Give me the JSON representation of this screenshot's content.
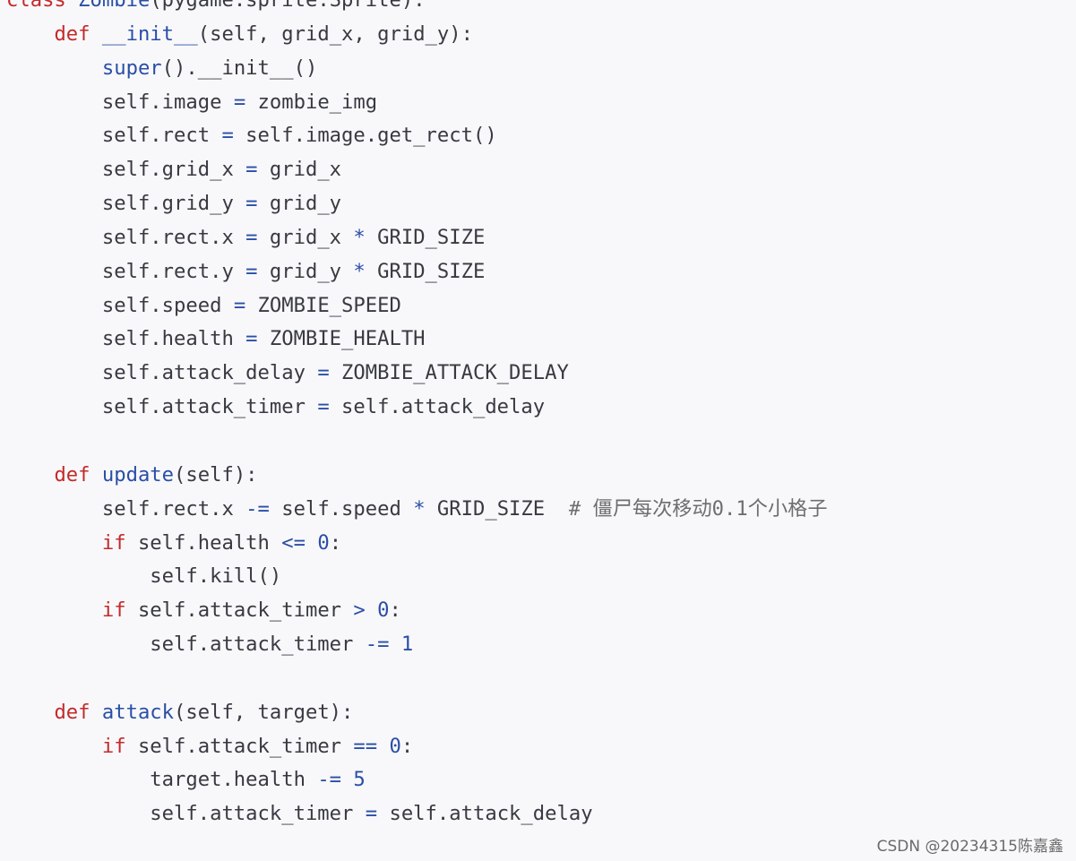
{
  "code": {
    "language": "python",
    "lines": [
      [
        {
          "t": "class ",
          "c": "kw"
        },
        {
          "t": "Zombie",
          "c": "fn"
        },
        {
          "t": "(pygame.sprite.Sprite):",
          "c": ""
        }
      ],
      [
        {
          "t": "    ",
          "c": ""
        },
        {
          "t": "def",
          "c": "kw"
        },
        {
          "t": " ",
          "c": ""
        },
        {
          "t": "__init__",
          "c": "fn"
        },
        {
          "t": "(self, grid_x, grid_y):",
          "c": ""
        }
      ],
      [
        {
          "t": "        ",
          "c": ""
        },
        {
          "t": "super",
          "c": "bi"
        },
        {
          "t": "().__init__()",
          "c": ""
        }
      ],
      [
        {
          "t": "        self.image ",
          "c": ""
        },
        {
          "t": "=",
          "c": "op"
        },
        {
          "t": " zombie_img",
          "c": ""
        }
      ],
      [
        {
          "t": "        self.rect ",
          "c": ""
        },
        {
          "t": "=",
          "c": "op"
        },
        {
          "t": " self.image.get_rect()",
          "c": ""
        }
      ],
      [
        {
          "t": "        self.grid_x ",
          "c": ""
        },
        {
          "t": "=",
          "c": "op"
        },
        {
          "t": " grid_x",
          "c": ""
        }
      ],
      [
        {
          "t": "        self.grid_y ",
          "c": ""
        },
        {
          "t": "=",
          "c": "op"
        },
        {
          "t": " grid_y",
          "c": ""
        }
      ],
      [
        {
          "t": "        self.rect.x ",
          "c": ""
        },
        {
          "t": "=",
          "c": "op"
        },
        {
          "t": " grid_x ",
          "c": ""
        },
        {
          "t": "*",
          "c": "op"
        },
        {
          "t": " GRID_SIZE",
          "c": ""
        }
      ],
      [
        {
          "t": "        self.rect.y ",
          "c": ""
        },
        {
          "t": "=",
          "c": "op"
        },
        {
          "t": " grid_y ",
          "c": ""
        },
        {
          "t": "*",
          "c": "op"
        },
        {
          "t": " GRID_SIZE",
          "c": ""
        }
      ],
      [
        {
          "t": "        self.speed ",
          "c": ""
        },
        {
          "t": "=",
          "c": "op"
        },
        {
          "t": " ZOMBIE_SPEED",
          "c": ""
        }
      ],
      [
        {
          "t": "        self.health ",
          "c": ""
        },
        {
          "t": "=",
          "c": "op"
        },
        {
          "t": " ZOMBIE_HEALTH",
          "c": ""
        }
      ],
      [
        {
          "t": "        self.attack_delay ",
          "c": ""
        },
        {
          "t": "=",
          "c": "op"
        },
        {
          "t": " ZOMBIE_ATTACK_DELAY",
          "c": ""
        }
      ],
      [
        {
          "t": "        self.attack_timer ",
          "c": ""
        },
        {
          "t": "=",
          "c": "op"
        },
        {
          "t": " self.attack_delay",
          "c": ""
        }
      ],
      [
        {
          "t": "",
          "c": ""
        }
      ],
      [
        {
          "t": "    ",
          "c": ""
        },
        {
          "t": "def",
          "c": "kw"
        },
        {
          "t": " ",
          "c": ""
        },
        {
          "t": "update",
          "c": "fn"
        },
        {
          "t": "(self):",
          "c": ""
        }
      ],
      [
        {
          "t": "        self.rect.x ",
          "c": ""
        },
        {
          "t": "-=",
          "c": "op"
        },
        {
          "t": " self.speed ",
          "c": ""
        },
        {
          "t": "*",
          "c": "op"
        },
        {
          "t": " GRID_SIZE  ",
          "c": ""
        },
        {
          "t": "# 僵尸每次移动0.1个小格子",
          "c": "cm"
        }
      ],
      [
        {
          "t": "        ",
          "c": ""
        },
        {
          "t": "if",
          "c": "kw"
        },
        {
          "t": " self.health ",
          "c": ""
        },
        {
          "t": "<=",
          "c": "op"
        },
        {
          "t": " ",
          "c": ""
        },
        {
          "t": "0",
          "c": "num"
        },
        {
          "t": ":",
          "c": ""
        }
      ],
      [
        {
          "t": "            self.kill()",
          "c": ""
        }
      ],
      [
        {
          "t": "        ",
          "c": ""
        },
        {
          "t": "if",
          "c": "kw"
        },
        {
          "t": " self.attack_timer ",
          "c": ""
        },
        {
          "t": ">",
          "c": "op"
        },
        {
          "t": " ",
          "c": ""
        },
        {
          "t": "0",
          "c": "num"
        },
        {
          "t": ":",
          "c": ""
        }
      ],
      [
        {
          "t": "            self.attack_timer ",
          "c": ""
        },
        {
          "t": "-=",
          "c": "op"
        },
        {
          "t": " ",
          "c": ""
        },
        {
          "t": "1",
          "c": "num"
        }
      ],
      [
        {
          "t": "",
          "c": ""
        }
      ],
      [
        {
          "t": "    ",
          "c": ""
        },
        {
          "t": "def",
          "c": "kw"
        },
        {
          "t": " ",
          "c": ""
        },
        {
          "t": "attack",
          "c": "fn"
        },
        {
          "t": "(self, target):",
          "c": ""
        }
      ],
      [
        {
          "t": "        ",
          "c": ""
        },
        {
          "t": "if",
          "c": "kw"
        },
        {
          "t": " self.attack_timer ",
          "c": ""
        },
        {
          "t": "==",
          "c": "op"
        },
        {
          "t": " ",
          "c": ""
        },
        {
          "t": "0",
          "c": "num"
        },
        {
          "t": ":",
          "c": ""
        }
      ],
      [
        {
          "t": "            target.health ",
          "c": ""
        },
        {
          "t": "-=",
          "c": "op"
        },
        {
          "t": " ",
          "c": ""
        },
        {
          "t": "5",
          "c": "num"
        }
      ],
      [
        {
          "t": "            self.attack_timer ",
          "c": ""
        },
        {
          "t": "=",
          "c": "op"
        },
        {
          "t": " self.attack_delay",
          "c": ""
        }
      ]
    ]
  },
  "watermark": {
    "text": "CSDN @20234315陈嘉鑫"
  },
  "colors": {
    "keyword": "#c32a2a",
    "function": "#2a4ea6",
    "operator": "#2a4ea6",
    "number": "#2a4ea6",
    "comment": "#6e6e6e",
    "text": "#383a42",
    "background": "#f8f8fa"
  }
}
